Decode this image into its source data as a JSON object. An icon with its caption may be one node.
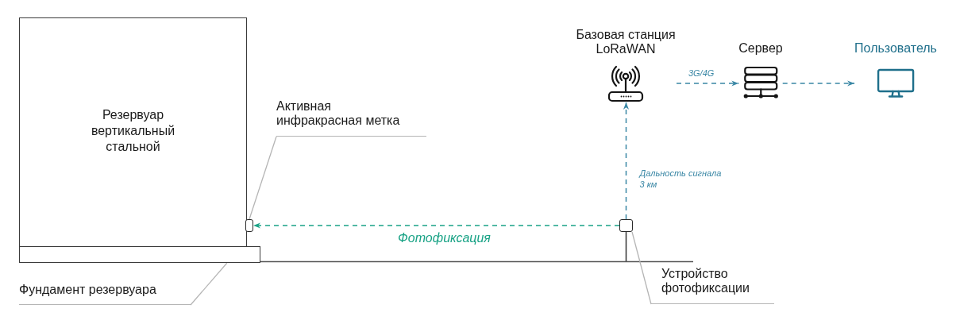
{
  "diagram": {
    "nodes": [
      {
        "text": [
          "Резервуар вертикальный стальной"
        ]
      },
      {
        "text": [],
        "shape": "bar"
      },
      {
        "text": [],
        "shape": "box"
      },
      {
        "text": [
          "Активная инфракрасная метка"
        ]
      },
      {
        "text": [
          "Базовая станция LoRaWAN"
        ]
      },
      {
        "text": [
          "Сервер"
        ]
      },
      {
        "text": [
          "Пользователь"
        ]
      },
      {
        "text": [],
        "shape": "box"
      },
      {
        "text": [
          "Устройство фотофиксации"
        ]
      },
      {
        "text": [
          "Фундамент резервуара"
        ]
      }
    ],
    "edges": [
      {
        "from": 3,
        "to": 2,
        "arrow": "none",
        "color": "#b5b5b5"
      },
      {
        "from": 4,
        "to": 5,
        "arrow": "to",
        "style": "dashed",
        "color": "#3a87a5",
        "label": "3G/4G"
      },
      {
        "from": 5,
        "to": 6,
        "arrow": "to",
        "style": "dashed",
        "color": "#3a87a5"
      },
      {
        "from": 7,
        "to": 4,
        "arrow": "to",
        "style": "dashed",
        "color": "#3a87a5",
        "label": "Дальность сигнала 3 км"
      },
      {
        "from": 7,
        "to": 2,
        "arrow": "to",
        "style": "dashed",
        "color": "#1aa386",
        "label": "Фотофиксация"
      },
      {
        "from": 8,
        "to": 7,
        "arrow": "none",
        "color": "#b5b5b5"
      },
      {
        "from": 9,
        "to": 1,
        "arrow": "none",
        "color": "#b5b5b5"
      }
    ]
  }
}
